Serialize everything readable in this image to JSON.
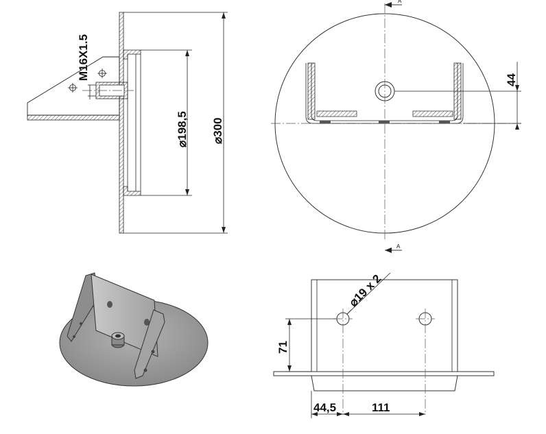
{
  "dimensions": {
    "thread": "M16X1.5",
    "bolt_circle": "198,5",
    "outer_diameter": "300",
    "offset": "44",
    "hole_spec": "19 x 2",
    "height": "71",
    "edge_distance": "44,5",
    "hole_spacing": "111",
    "diameter_symbol": "⌀"
  },
  "section": {
    "top_marker": "A",
    "bottom_marker": "A"
  },
  "colors": {
    "line": "#222222",
    "hatch": "#555555",
    "render_fill": "#9a9a9a",
    "render_dark": "#6e6e6e"
  }
}
